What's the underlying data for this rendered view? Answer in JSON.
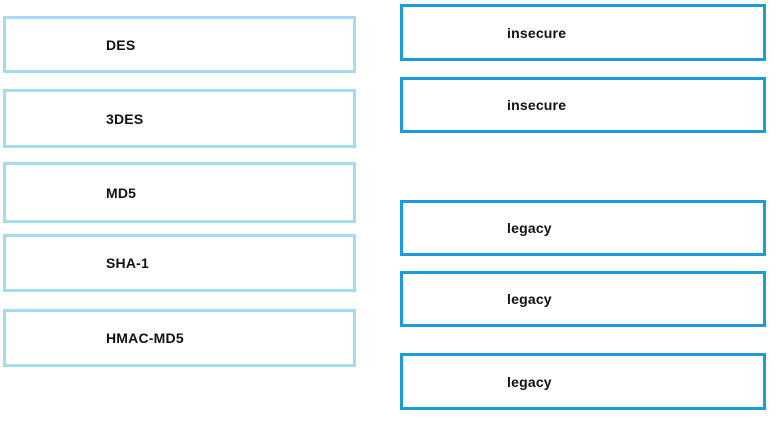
{
  "colors": {
    "background": "#ffffff",
    "source_box_border": "#a5dbee",
    "target_box_border": "#1a9cdb",
    "label_text": "#111111",
    "box_fill": "#ffffff"
  },
  "source_column": {
    "items": [
      {
        "label": "DES"
      },
      {
        "label": "3DES"
      },
      {
        "label": "MD5"
      },
      {
        "label": "SHA-1"
      },
      {
        "label": "HMAC-MD5"
      }
    ]
  },
  "target_column": {
    "items": [
      {
        "label": "insecure"
      },
      {
        "label": "insecure"
      },
      {
        "label": "legacy"
      },
      {
        "label": "legacy"
      },
      {
        "label": "legacy"
      }
    ]
  }
}
